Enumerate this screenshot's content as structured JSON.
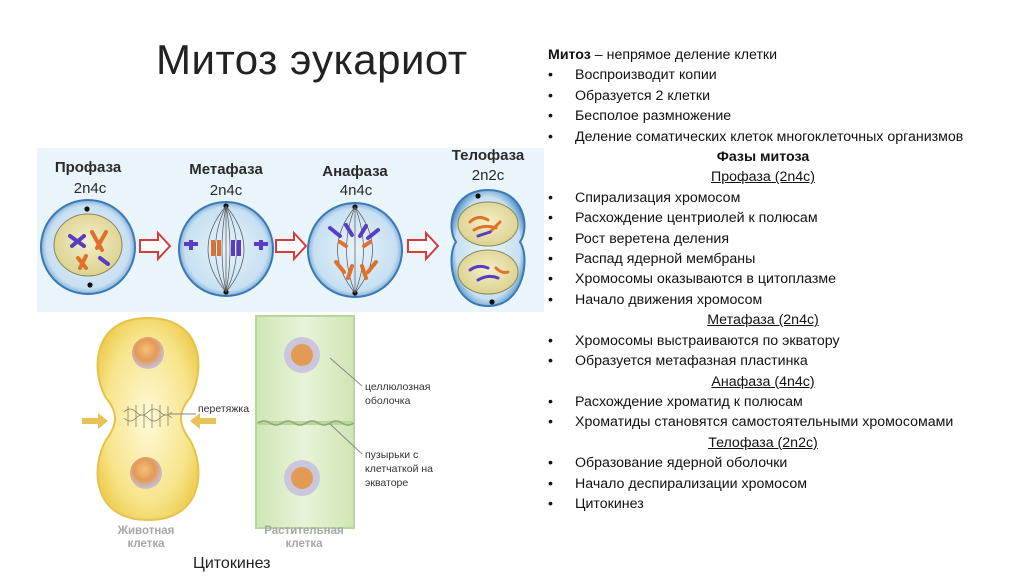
{
  "title": "Митоз эукариот",
  "figure": {
    "phases": [
      {
        "name": "Профаза",
        "ploidy": "2n4c"
      },
      {
        "name": "Метафаза",
        "ploidy": "2n4c"
      },
      {
        "name": "Анафаза",
        "ploidy": "4n4c"
      },
      {
        "name": "Телофаза",
        "ploidy": "2n2c"
      }
    ],
    "labels": {
      "constriction": "перетяжка",
      "wall_line1": "целлюлозная",
      "wall_line2": "оболочка",
      "vesicles_line1": "пузырьки с",
      "vesicles_line2": "клетчаткой на",
      "vesicles_line3": "экваторе",
      "animal_line1": "Животная",
      "animal_line2": "клетка",
      "plant_line1": "Растительная",
      "plant_line2": "клетка"
    },
    "caption": "Цитокинез"
  },
  "text": {
    "definition_term": "Митоз",
    "definition_rest": " – непрямое деление клетки",
    "mitosis_bullets": [
      "Воспроизводит копии",
      "Образуется 2 клетки",
      "Бесполое размножение",
      "Деление соматических клеток многоклеточных организмов"
    ],
    "phases_heading": "Фазы митоза",
    "prophase_heading": "Профаза (2n4c)",
    "prophase_bullets": [
      "Спирализация хромосом",
      "Расхождение центриолей к полюсам",
      "Рост веретена деления",
      "Распад ядерной мембраны",
      "Хромосомы оказываются в цитоплазме",
      "Начало движения хромосом"
    ],
    "metaphase_heading": "Метафаза (2n4c)",
    "metaphase_bullets": [
      "Хромосомы выстраиваются по экватору",
      "Образуется метафазная пластинка"
    ],
    "anaphase_heading": "Анафаза (4n4c)",
    "anaphase_bullets": [
      "Расхождение хроматид к полюсам",
      "Хроматиды становятся самостоятельными хромосомами"
    ],
    "telophase_heading": "Телофаза (2n2c)",
    "telophase_bullets": [
      "Образование ядерной оболочки",
      "Начало деспирализации хромосом",
      "Цитокинез"
    ]
  }
}
